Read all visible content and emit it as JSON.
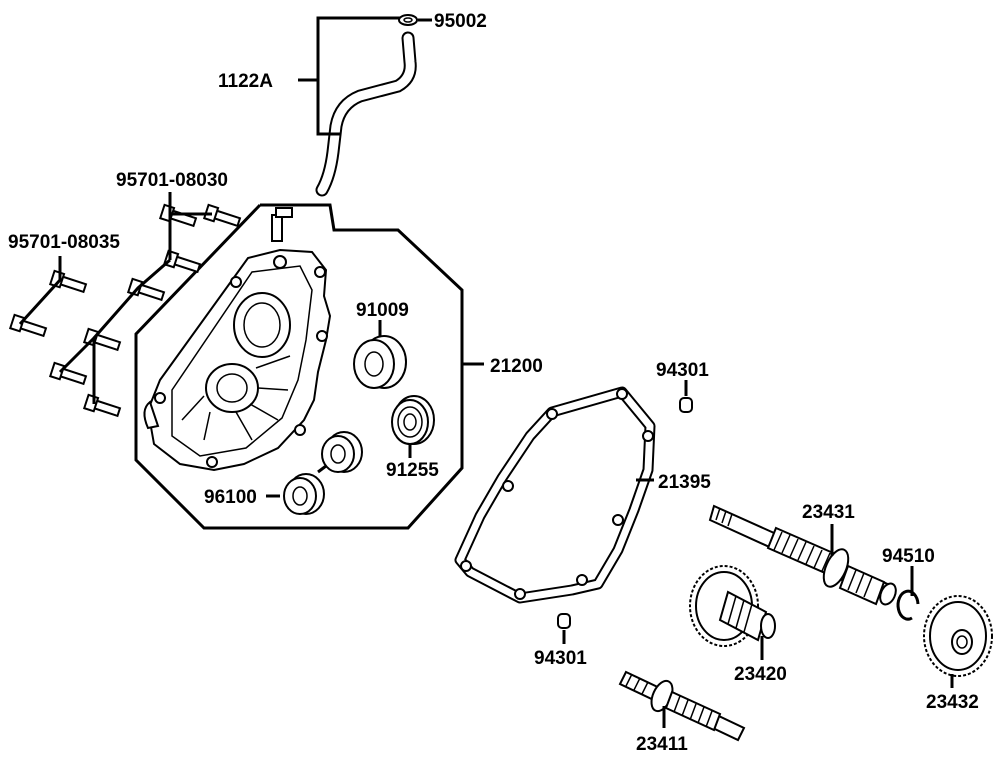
{
  "labels": {
    "p95002": "95002",
    "p1122A": "1122A",
    "p95701_08030": "95701-08030",
    "p95701_08035": "95701-08035",
    "p91009": "91009",
    "p21200": "21200",
    "p94301_top": "94301",
    "p91255": "91255",
    "p21395": "21395",
    "p96100": "96100",
    "p23431": "23431",
    "p94510": "94510",
    "p23420": "23420",
    "p94301_bottom": "94301",
    "p23432": "23432",
    "p23411": "23411"
  },
  "colors": {
    "ink": "#000000",
    "paper": "#ffffff"
  }
}
